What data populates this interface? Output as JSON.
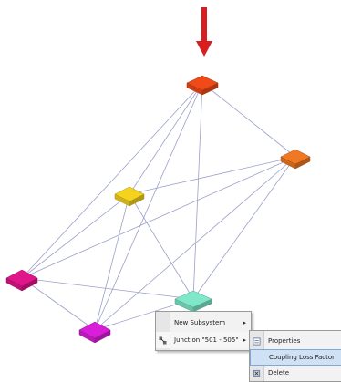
{
  "colors": {
    "arrow": "#d81e1e",
    "node_top": "#f04a18",
    "node_right": "#f07822",
    "node_yellow": "#f4d21e",
    "node_left_pink": "#e0158a",
    "node_bottom_magenta": "#d81ed8",
    "node_teal": "#7ee8c8",
    "edge": "#9aa0c8"
  },
  "graph": {
    "nodes": [
      "top",
      "right",
      "yellow",
      "left",
      "bottom",
      "teal"
    ],
    "edges": [
      [
        "top",
        "right"
      ],
      [
        "top",
        "yellow"
      ],
      [
        "top",
        "left"
      ],
      [
        "top",
        "bottom"
      ],
      [
        "top",
        "teal"
      ],
      [
        "right",
        "yellow"
      ],
      [
        "right",
        "left"
      ],
      [
        "right",
        "bottom"
      ],
      [
        "right",
        "teal"
      ],
      [
        "yellow",
        "left"
      ],
      [
        "yellow",
        "bottom"
      ],
      [
        "yellow",
        "teal"
      ],
      [
        "left",
        "bottom"
      ],
      [
        "left",
        "teal"
      ],
      [
        "bottom",
        "teal"
      ]
    ]
  },
  "context_menu": {
    "items": [
      {
        "label": "New Subsystem",
        "icon": "",
        "has_submenu": true
      },
      {
        "label": "Junction \"501 - 505\"",
        "icon": "junction-icon",
        "has_submenu": true
      }
    ]
  },
  "submenu": {
    "items": [
      {
        "label": "Properties",
        "icon": "properties-icon"
      },
      {
        "label": "Coupling Loss Factor",
        "icon": "",
        "active": true
      },
      {
        "label": "Delete",
        "icon": "delete-icon"
      }
    ]
  }
}
